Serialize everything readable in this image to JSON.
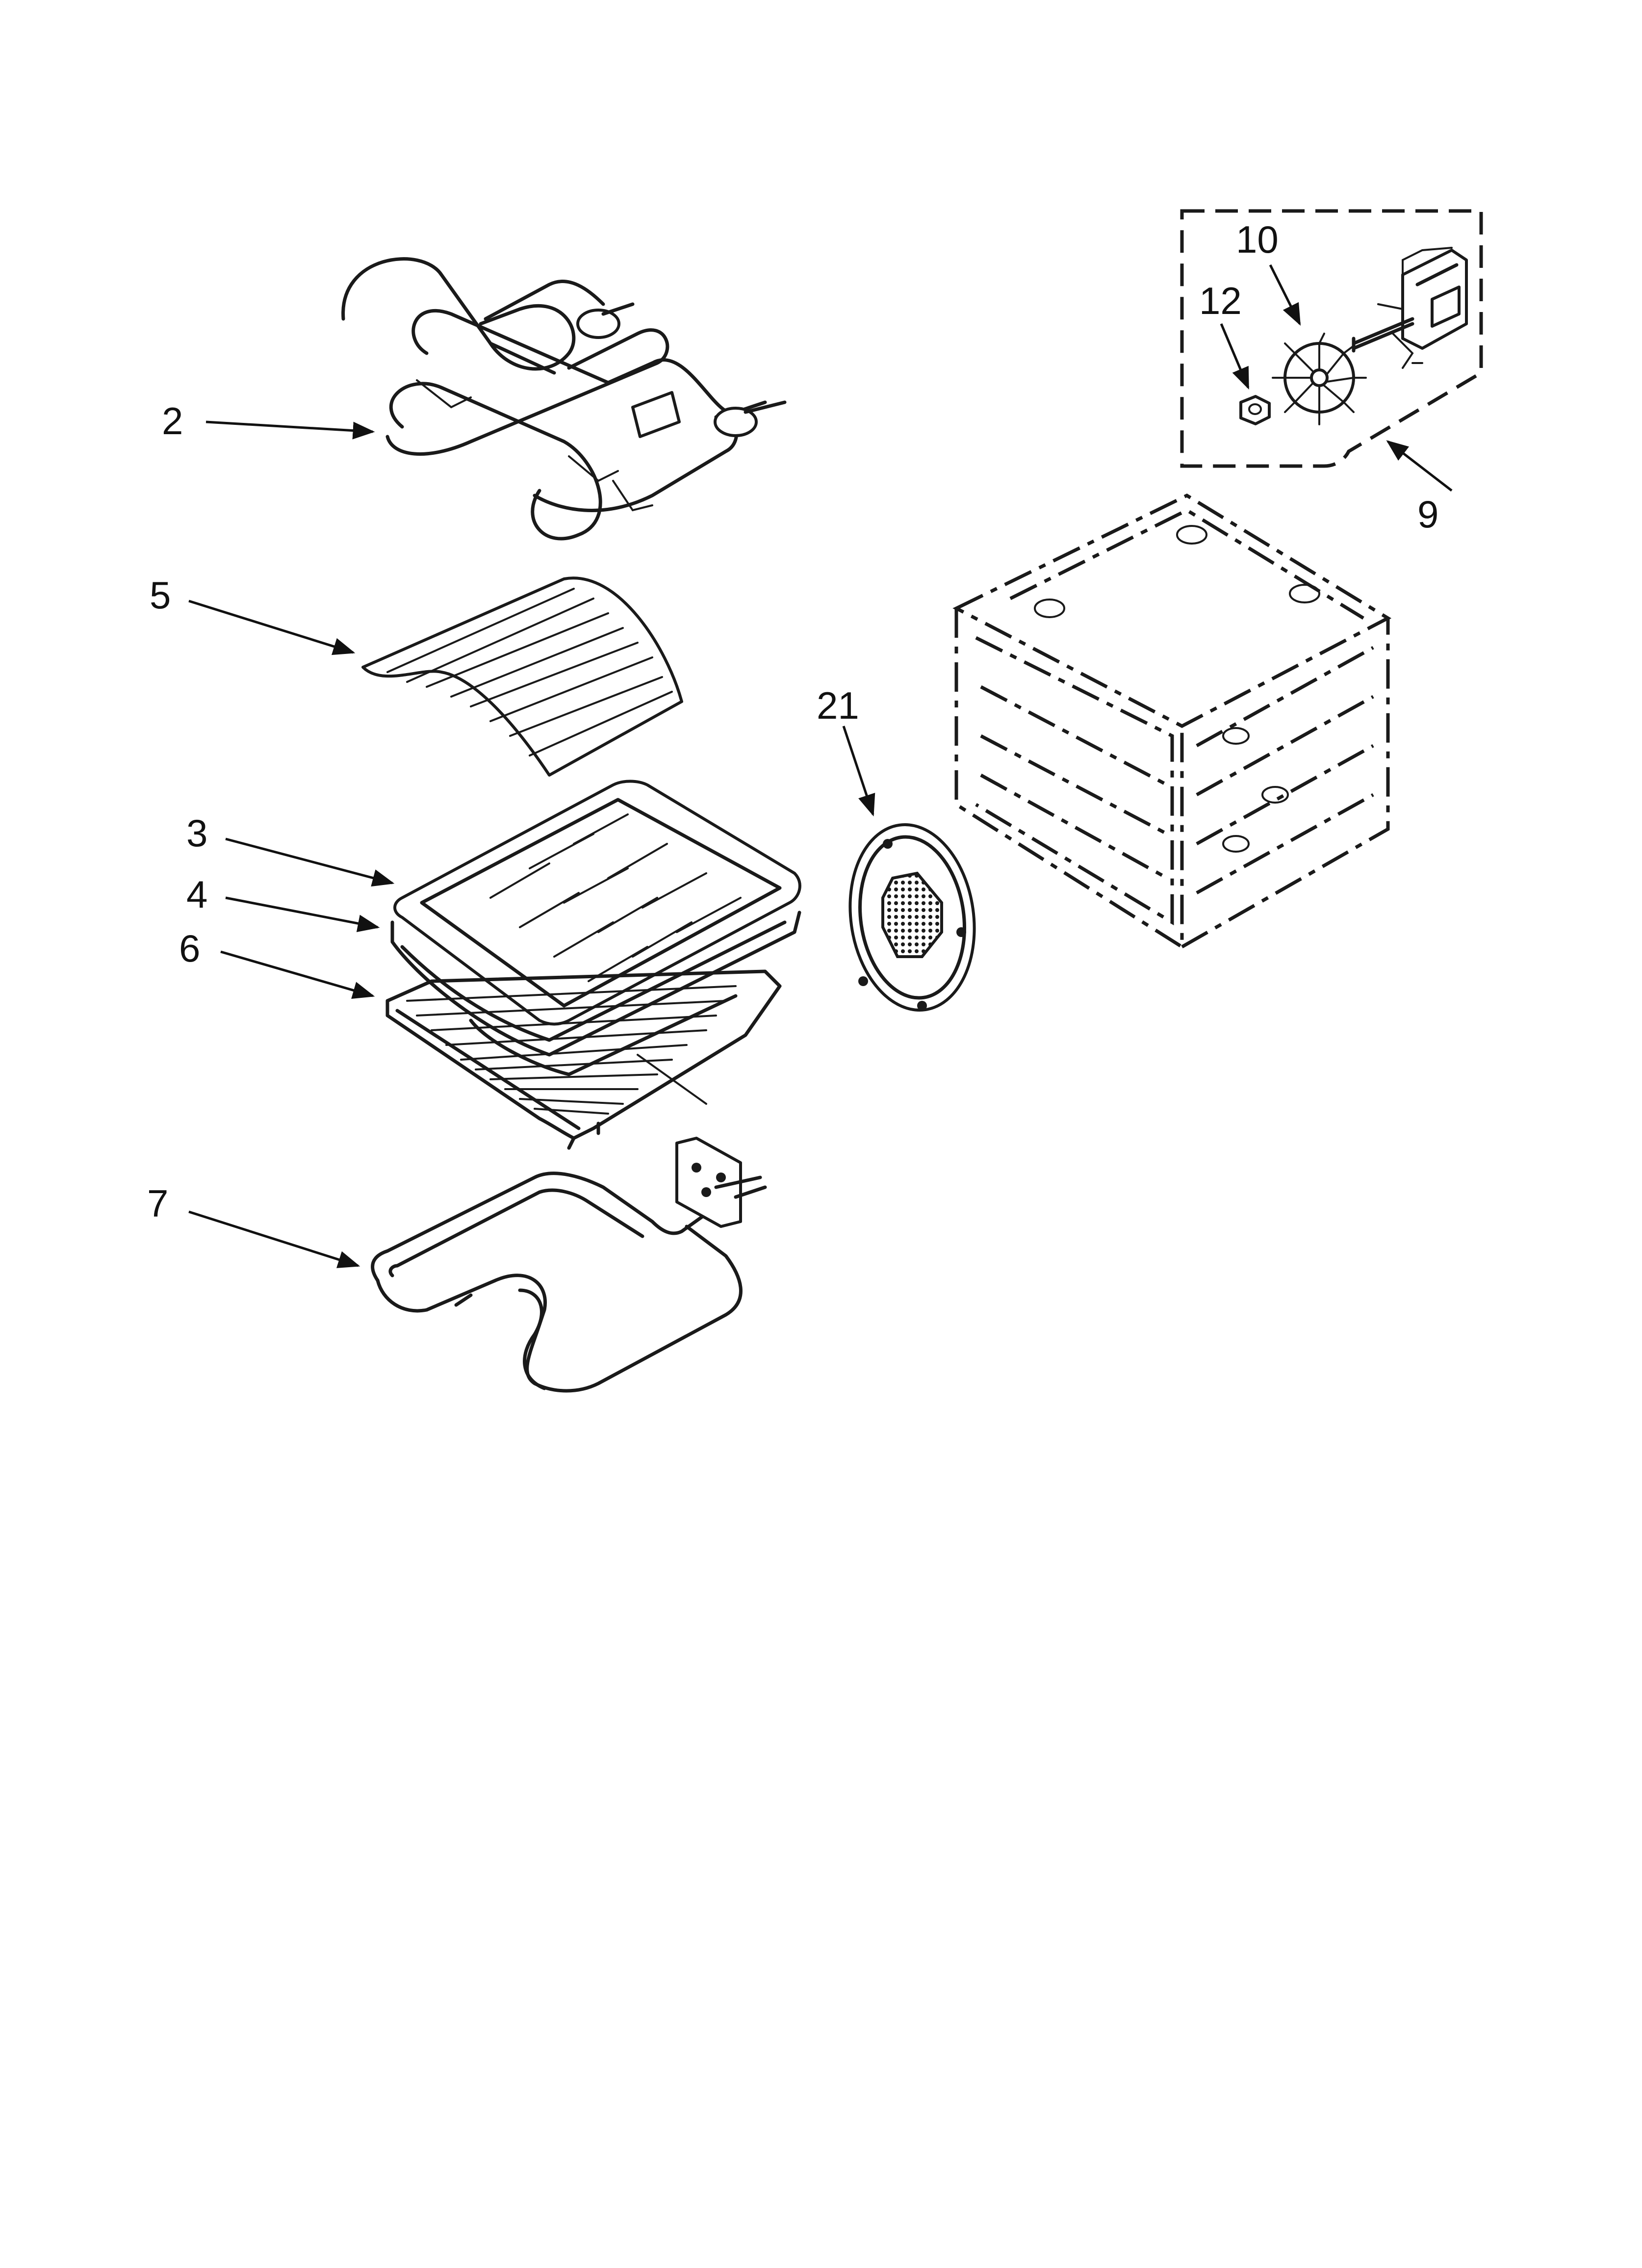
{
  "callouts": {
    "c2": "2",
    "c3": "3",
    "c4": "4",
    "c5": "5",
    "c6": "6",
    "c7": "7",
    "c9": "9",
    "c10": "10",
    "c12": "12",
    "c21": "21"
  },
  "colors": {
    "line": "#1a1a1a",
    "background": "#ffffff"
  }
}
